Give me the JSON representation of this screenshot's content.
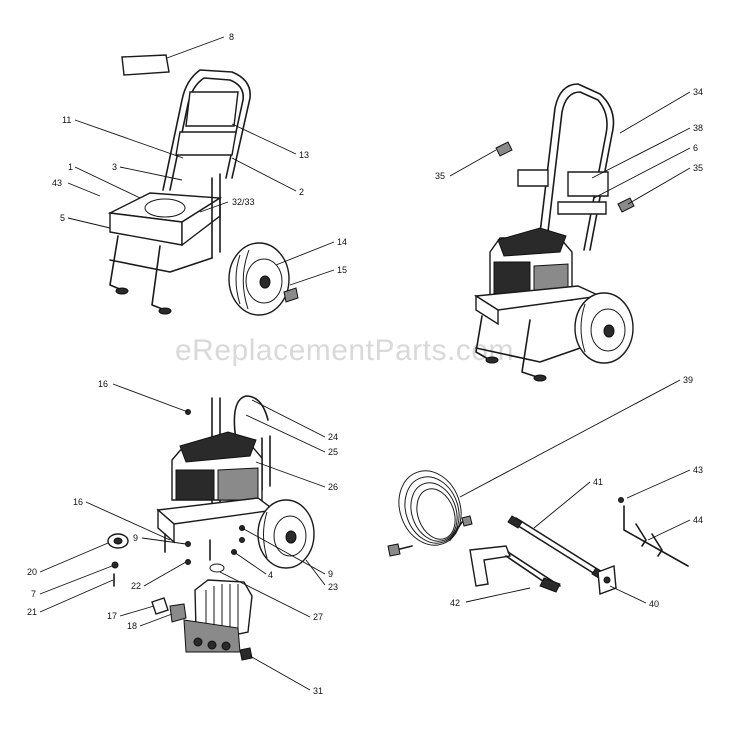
{
  "watermark": "eReplacementParts.com",
  "callouts": [
    "8",
    "11",
    "13",
    "3",
    "1",
    "43",
    "2",
    "32/33",
    "5",
    "14",
    "15",
    "34",
    "38",
    "6",
    "35",
    "35",
    "16",
    "24",
    "25",
    "26",
    "16",
    "9",
    "20",
    "7",
    "22",
    "21",
    "9",
    "4",
    "23",
    "17",
    "18",
    "27",
    "31",
    "39",
    "41",
    "43",
    "44",
    "42",
    "40"
  ]
}
